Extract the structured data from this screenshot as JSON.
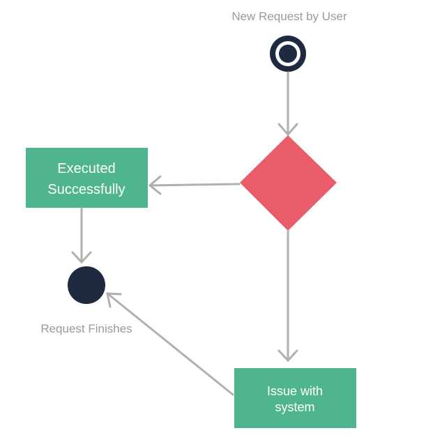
{
  "diagram": {
    "labels": {
      "start": "New Request by User",
      "end": "Request Finishes"
    },
    "nodes": {
      "success_box": {
        "line1": "Executed",
        "line2": "Successfully"
      },
      "issue_box": {
        "line1": "Issue with",
        "line2": "system"
      }
    },
    "colors": {
      "action_box": "#4fb58f",
      "decision": "#e95c6a",
      "node_dark": "#1f2a40",
      "arrow": "#b0b0b0",
      "label": "#9a9a9a"
    }
  }
}
